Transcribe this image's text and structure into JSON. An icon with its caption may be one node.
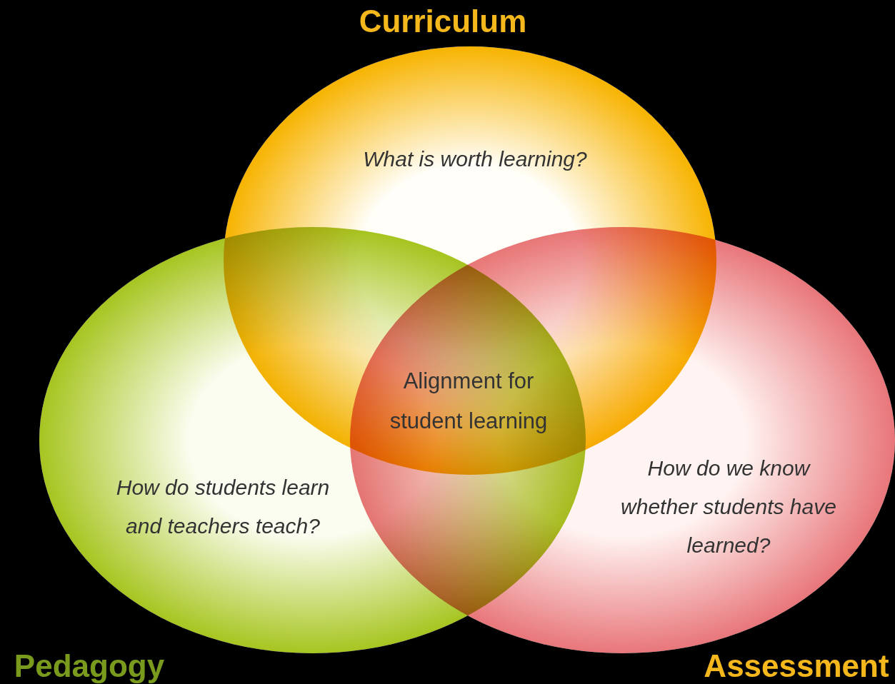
{
  "diagram": {
    "nodes": [
      {
        "text": [
          "Curriculum",
          "What is worth learning?"
        ]
      },
      {
        "text": [
          "How do students learn and teachers teach?",
          "Pedagogy"
        ]
      },
      {
        "text": [
          "How do we know whether students have learned?",
          "Assessment"
        ]
      }
    ],
    "labels": [
      "Alignment for student learning"
    ]
  }
}
